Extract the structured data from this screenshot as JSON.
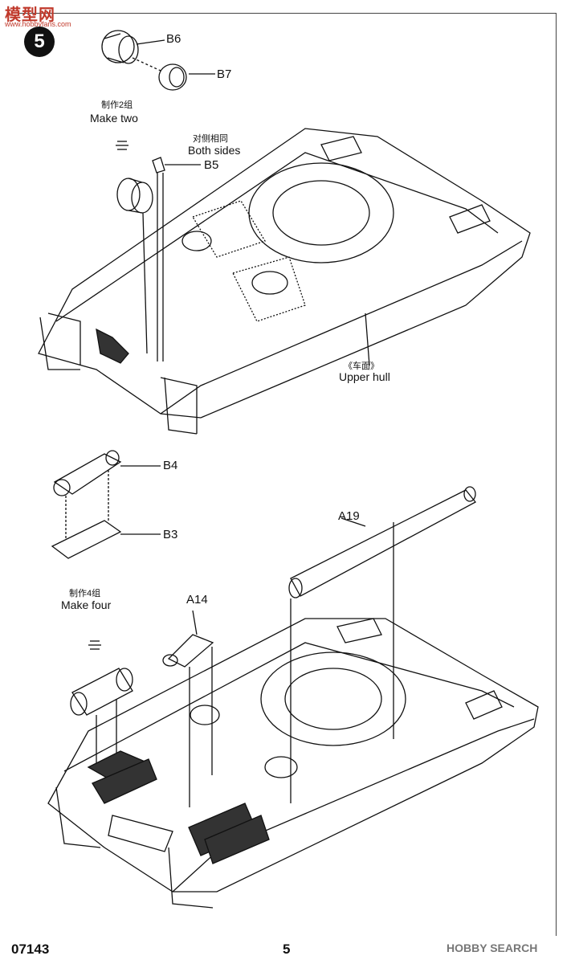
{
  "watermark": {
    "logo_main": "模型网",
    "logo_sub": "www.hobbyfans.com",
    "bottom_right": "HOBBY SEARCH"
  },
  "step": {
    "number": "5"
  },
  "footer": {
    "product_code": "07143",
    "page_number": "5"
  },
  "top_assembly": {
    "parts": [
      "B6",
      "B7",
      "B5"
    ],
    "make_two_zh": "制作2组",
    "make_two_en": "Make two",
    "both_sides_zh": "对侧相同",
    "both_sides_en": "Both sides",
    "upper_hull_zh": "《车面》",
    "upper_hull_en": "Upper hull"
  },
  "bottom_assembly": {
    "parts": [
      "B4",
      "B3",
      "A19",
      "A14"
    ],
    "make_four_zh": "制作4组",
    "make_four_en": "Make four"
  }
}
